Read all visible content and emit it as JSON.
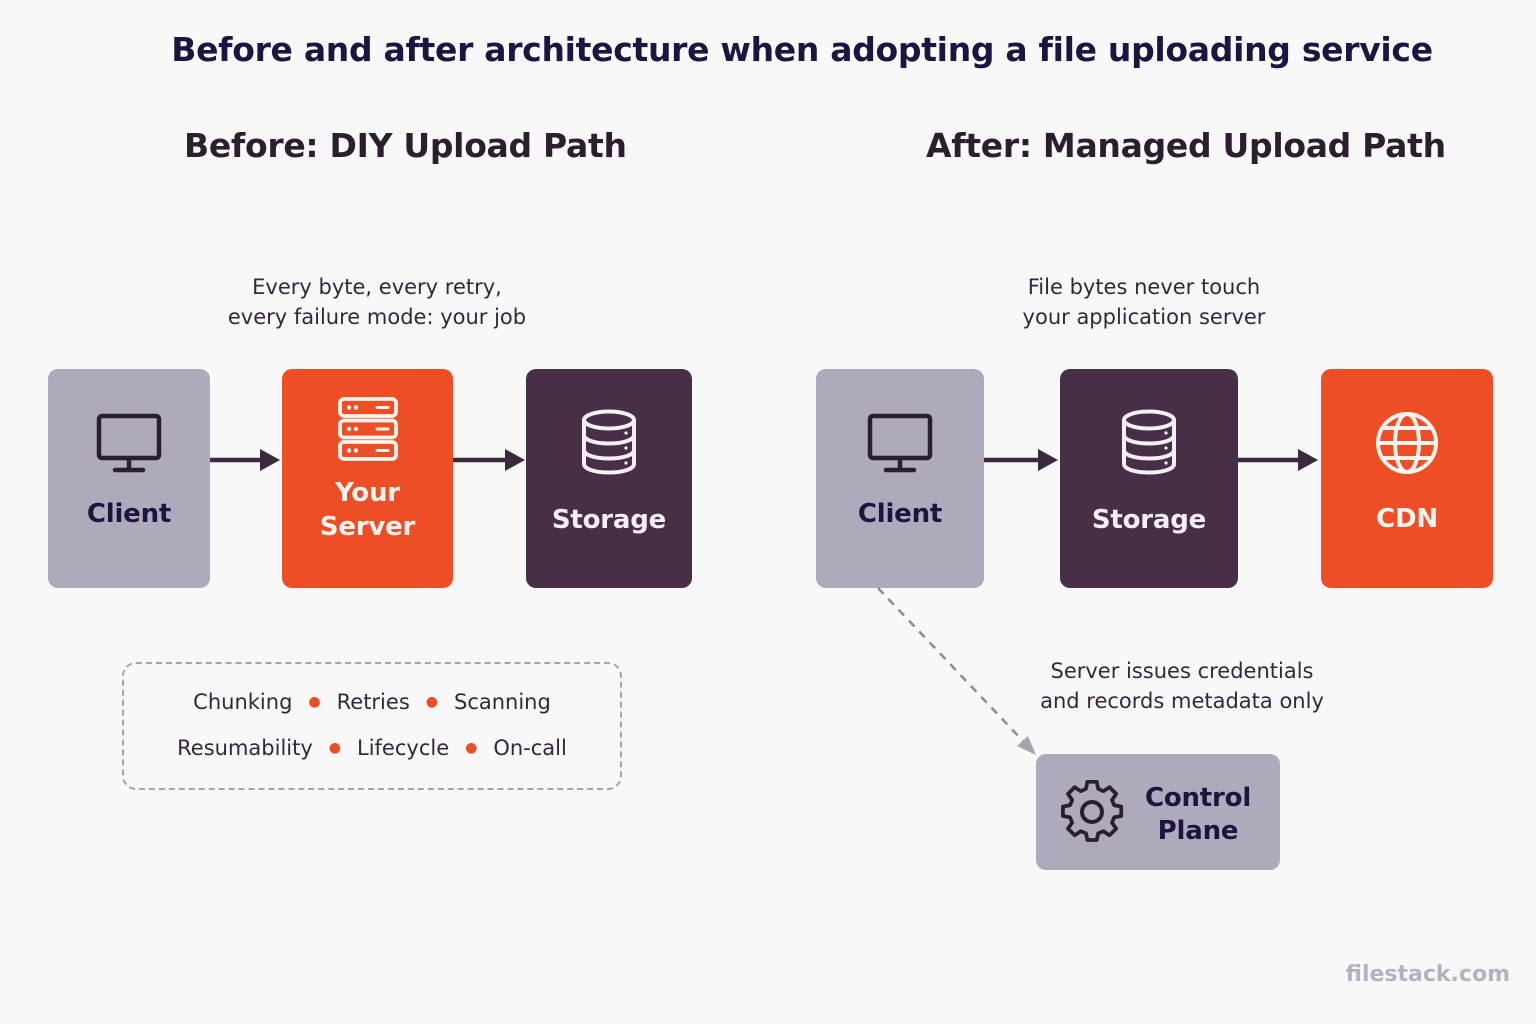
{
  "title": "Before and after architecture when adopting a file uploading service",
  "before": {
    "heading": "Before: DIY Upload Path",
    "caption_line1": "Every byte, every retry,",
    "caption_line2": "every failure mode: your job",
    "nodes": {
      "client": "Client",
      "server_line1": "Your",
      "server_line2": "Server",
      "storage": "Storage"
    },
    "responsibilities": [
      "Chunking",
      "Retries",
      "Scanning",
      "Resumability",
      "Lifecycle",
      "On-call"
    ]
  },
  "after": {
    "heading": "After: Managed Upload Path",
    "caption_line1": "File bytes never touch",
    "caption_line2": "your application server",
    "nodes": {
      "client": "Client",
      "storage": "Storage",
      "cdn": "CDN",
      "control_line1": "Control",
      "control_line2": "Plane"
    },
    "control_caption_line1": "Server issues credentials",
    "control_caption_line2": "and records metadata only"
  },
  "brand": "filestack.com",
  "colors": {
    "accent_orange": "#ee4e26",
    "dark_plum": "#472f46",
    "light_gray": "#aeaabb",
    "title_navy": "#1c1540"
  },
  "icons": [
    "monitor-icon",
    "server-rack-icon",
    "database-icon",
    "globe-icon",
    "gear-icon"
  ]
}
